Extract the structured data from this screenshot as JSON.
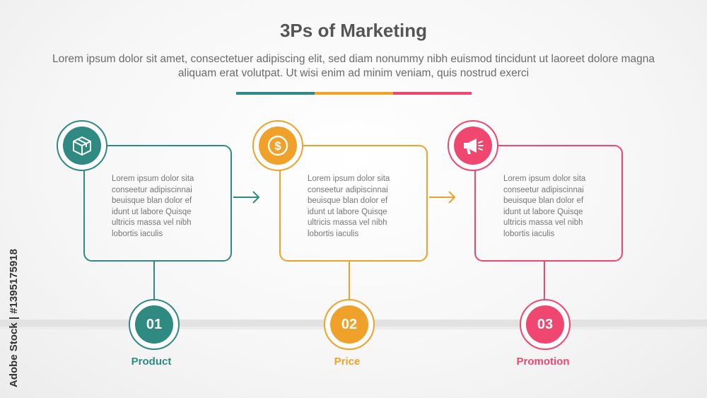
{
  "title": "3Ps of Marketing",
  "subtitle": "Lorem ipsum dolor sit amet, consectetuer adipiscing elit, sed diam nonummy nibh euismod tincidunt ut laoreet dolore magna aliquam erat volutpat. Ut wisi enim ad minim veniam, quis nostrud exerci",
  "watermark": "Adobe Stock | #1395175918",
  "colors": {
    "teal": "#2f8a82",
    "orange": "#f0a12a",
    "pink": "#ef476f",
    "title": "#555555"
  },
  "steps": [
    {
      "number": "01",
      "label": "Product",
      "icon": "package-box-icon",
      "color": "#2f8a82",
      "text": "Lorem ipsum dolor sita\nconseetur adipiscinnai\nbeuisque blan dolor ef\nidunt ut labore Quisqe\nultricis massa vel nibh\nlobortis iaculis"
    },
    {
      "number": "02",
      "label": "Price",
      "icon": "dollar-coin-icon",
      "color": "#f0a12a",
      "text": "Lorem ipsum dolor sita\nconseetur adipiscinnai\nbeuisque blan dolor ef\nidunt ut labore Quisqe\nultricis massa vel nibh\nlobortis iaculis"
    },
    {
      "number": "03",
      "label": "Promotion",
      "icon": "megaphone-icon",
      "color": "#ef476f",
      "text": "Lorem ipsum dolor sita\nconseetur adipiscinnai\nbeuisque blan dolor ef\nidunt ut labore Quisqe\nultricis massa vel nibh\nlobortis iaculis"
    }
  ]
}
